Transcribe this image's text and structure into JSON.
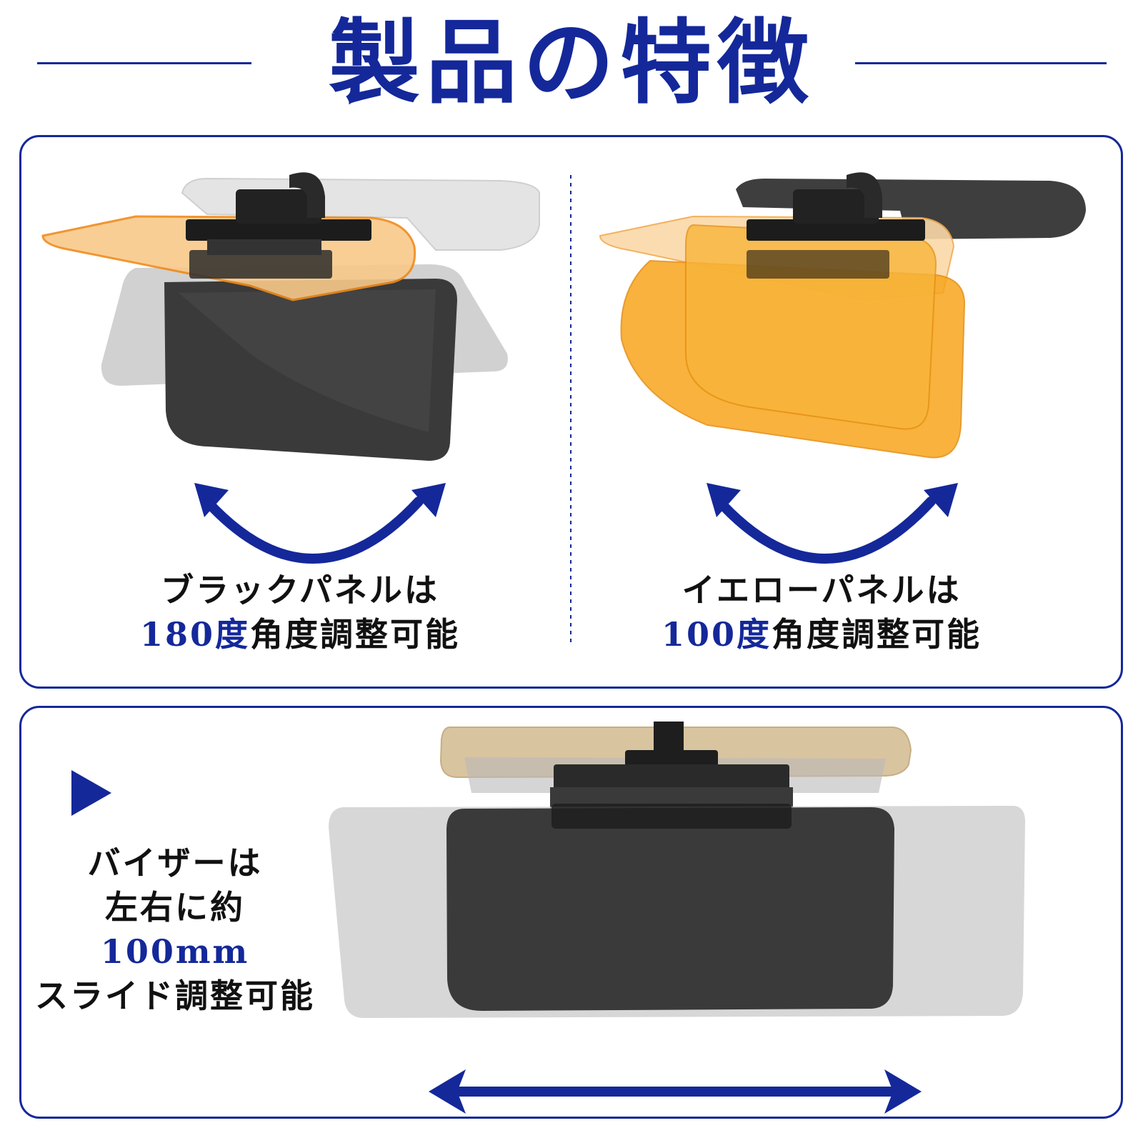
{
  "header": {
    "title": "製品の特徴"
  },
  "features": {
    "black_panel": {
      "line1": "ブラックパネルは",
      "angle_value": "180度",
      "angle_suffix": "角度調整可能",
      "panel_color": "#3a3a3a"
    },
    "yellow_panel": {
      "line1": "イエローパネルは",
      "angle_value": "100度",
      "angle_suffix": "角度調整可能",
      "panel_color": "#f7a51c"
    },
    "slide": {
      "marker_icon": "play-triangle-icon",
      "line1": "バイザーは",
      "line2": "左右に約",
      "distance": "100mm",
      "line4": "スライド調整可能"
    }
  },
  "colors": {
    "accent": "#14289a",
    "black_lens": "#3a3a3a",
    "yellow_lens": "#f7a51c"
  }
}
